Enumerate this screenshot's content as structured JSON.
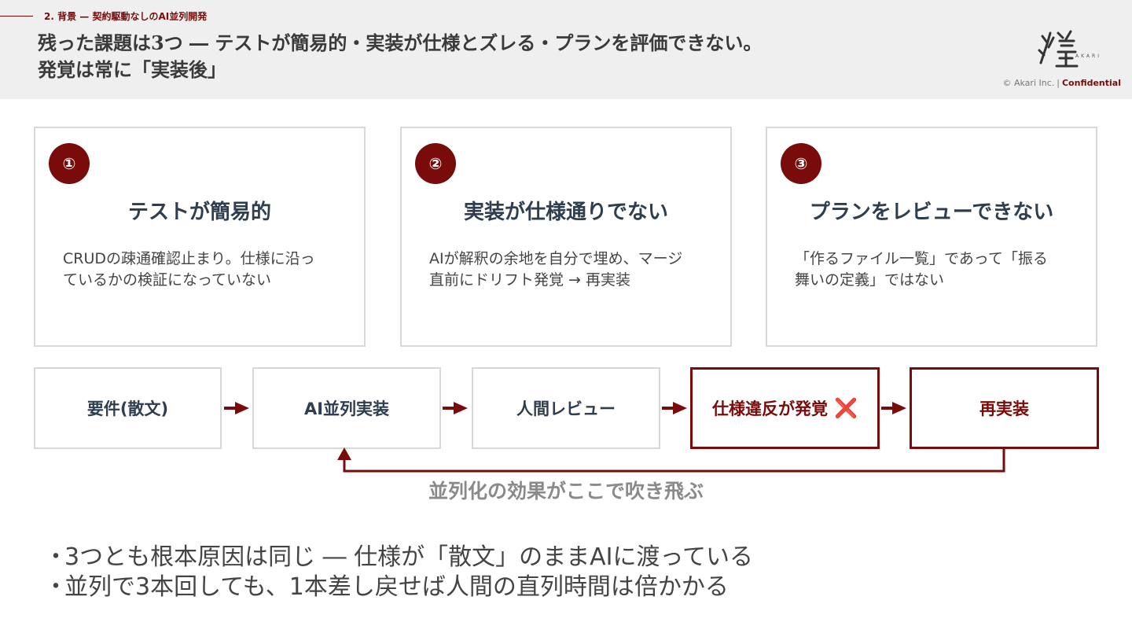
{
  "header": {
    "section": "2. 背景 — 契約駆動なしのAI並列開発",
    "title_line1": "残った課題は3つ ― テストが簡易的・実装が仕様とズレる・プランを評価できない。",
    "title_line2": "発覚は常に「実装後」",
    "logo_sub": "AKARI",
    "copyright": "© Akari Inc.",
    "separator": "|",
    "confidential": "Confidential"
  },
  "cards": [
    {
      "num": "①",
      "title": "テストが簡易的",
      "body": "CRUDの疎通確認止まり。仕様に沿っているかの検証になっていない"
    },
    {
      "num": "②",
      "title": "実装が仕様通りでない",
      "body": "AIが解釈の余地を自分で埋め、マージ直前にドリフト発覚 → 再実装"
    },
    {
      "num": "③",
      "title": "プランをレビューできない",
      "body": "「作るファイル一覧」であって「振る舞いの定義」ではない"
    }
  ],
  "flow": {
    "steps": [
      "要件(散文)",
      "AI並列実装",
      "人間レビュー",
      "仕様違反が発覚",
      "再実装"
    ],
    "cross": "❌",
    "loop_label": "並列化の効果がここで吹き飛ぶ",
    "accent": "#7a0b0b"
  },
  "bullets": [
    "3つとも根本原因は同じ ― 仕様が「散文」のままAIに渡っている",
    "並列で3本回しても、1本差し戻せば人間の直列時間は倍かかる"
  ],
  "bullet_mark": "・"
}
